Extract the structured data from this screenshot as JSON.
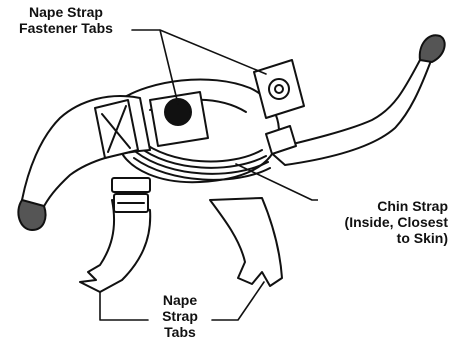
{
  "labels": {
    "nape_strap_fastener_tabs": [
      "Nape Strap",
      "Fastener Tabs"
    ],
    "chin_strap": [
      "Chin Strap",
      "(Inside, Closest",
      "to Skin)"
    ],
    "nape_strap_tabs": [
      "Nape",
      "Strap",
      "Tabs"
    ]
  }
}
